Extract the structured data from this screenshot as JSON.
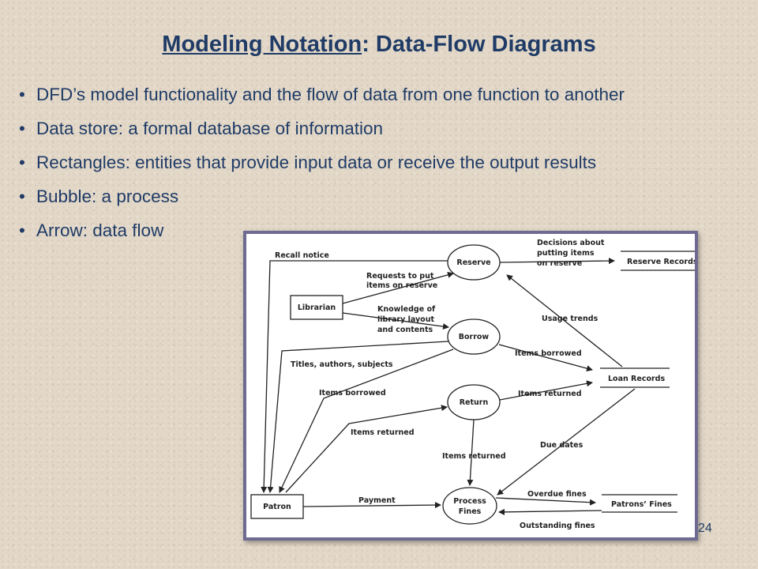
{
  "title": {
    "underlined": "Modeling Notation",
    "rest": ": Data-Flow Diagrams"
  },
  "bullets": [
    "DFD’s model functionality and the flow of data from one function to another",
    "Data store: a formal database of information",
    "Rectangles: entities that provide input data or receive the output results",
    "Bubble: a process",
    "Arrow: data flow"
  ],
  "diagram": {
    "entities": {
      "librarian": "Librarian",
      "patron": "Patron"
    },
    "processes": {
      "reserve": "Reserve",
      "borrow": "Borrow",
      "return": "Return",
      "fines_line1": "Process",
      "fines_line2": "Fines"
    },
    "stores": {
      "reserve_records": "Reserve Records",
      "loan_records": "Loan Records",
      "patrons_fines": "Patrons’ Fines"
    },
    "flows": {
      "recall_notice": "Recall notice",
      "requests_1": "Requests to put",
      "requests_2": "items on reserve",
      "decisions_1": "Decisions about",
      "decisions_2": "putting items",
      "decisions_3": "on reserve",
      "knowledge_1": "Knowledge of",
      "knowledge_2": "library layout",
      "knowledge_3": "and contents",
      "usage_trends": "Usage trends",
      "titles": "Titles, authors, subjects",
      "items_borrowed_a": "Items borrowed",
      "items_borrowed_b": "Items borrowed",
      "items_returned_a": "Items returned",
      "items_returned_b": "Items returned",
      "items_returned_c": "Items returned",
      "due_dates": "Due dates",
      "payment": "Payment",
      "overdue_fines": "Overdue fines",
      "outstanding_fines": "Outstanding fines"
    }
  },
  "page_number": "24"
}
